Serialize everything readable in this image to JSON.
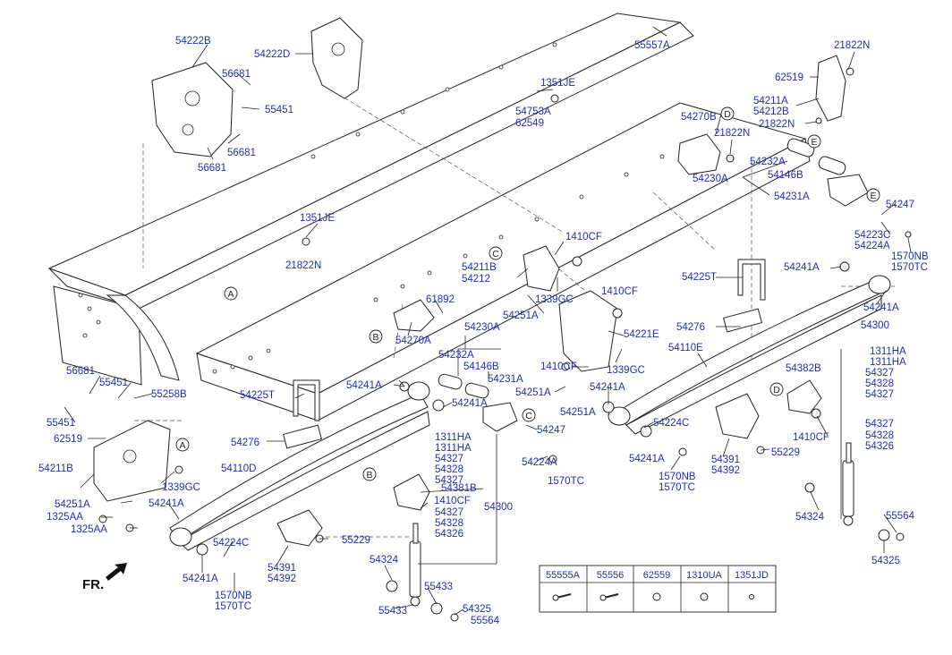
{
  "orientation": "FR.",
  "view_markers": [
    "A",
    "B",
    "C",
    "D",
    "E"
  ],
  "callouts": {
    "c54222B": "54222B",
    "c54222D": "54222D",
    "c56681a": "56681",
    "c55451a": "55451",
    "c56681b": "56681",
    "c56681c": "56681",
    "c55557A": "55557A",
    "c21822Na": "21822N",
    "c62519a": "62519",
    "c54211A": "54211A",
    "c54212B": "54212B",
    "c21822Nb": "21822N",
    "c1351JEa": "1351JE",
    "c54753A": "54753A",
    "c62549": "62549",
    "c54270B": "54270B",
    "c21822Nc": "21822N",
    "c54232Aa": "54232A",
    "c54146Ba": "54146B",
    "c54230Aa": "54230A",
    "c54231Aa": "54231A",
    "c54247a": "54247",
    "c54223C": "54223C",
    "c54224Aa": "54224A",
    "c1570NBa": "1570NB",
    "c1570TCa": "1570TC",
    "c1351JEb": "1351JE",
    "c21822Nd": "21822N",
    "c1410CFa": "1410CF",
    "c54211B": "54211B",
    "c54212": "54212",
    "c1339GCa": "1339GC",
    "c54251Aa": "54251A",
    "c61892": "61892",
    "c54270A": "54270A",
    "c1410CFb": "1410CF",
    "c54221E": "54221E",
    "c54225Ta": "54225T",
    "c54241Aa": "54241A",
    "c54241Ab": "54241A",
    "c54300a": "54300",
    "c54276a": "54276",
    "c54110E": "54110E",
    "c54230Ab": "54230A",
    "c54232Ab": "54232A",
    "c54146Bb": "54146B",
    "c54231Ab": "54231A",
    "c1410CFc": "1410CF",
    "c1339GCb": "1339GC",
    "c54251Ab": "54251A",
    "c54251Ac": "54251A",
    "c54241Ac": "54241A",
    "c1311HAa": "1311HA",
    "c1311HAb": "1311HA",
    "c54327a": "54327",
    "c54328a": "54328",
    "c54327b": "54327",
    "c54382B": "54382B",
    "c1410CFd": "1410CF",
    "c54327c": "54327",
    "c54328b": "54328",
    "c54326a": "54326",
    "c56681d": "56681",
    "c55451b": "55451",
    "c55258B": "55258B",
    "c55451c": "55451",
    "c62519b": "62519",
    "c54225Tb": "54225T",
    "c54241Ad": "54241A",
    "c54241Ae": "54241A",
    "c54247b": "54247",
    "c54224C": "54224C",
    "c54241Af": "54241A",
    "c54276b": "54276",
    "c1311HAc": "1311HA",
    "c1311HAd": "1311HA",
    "c54327d": "54327",
    "c54328c": "54328",
    "c54327e": "54327",
    "c54224Ab": "54224A",
    "c1570TCb": "1570TC",
    "c1570NBb": "1570NB",
    "c1570TCc": "1570TC",
    "c54391a": "54391",
    "c54392a": "54392",
    "c55229a": "55229",
    "c54211Bb": "54211B",
    "c1339GCc": "1339GC",
    "c54110D": "54110D",
    "c54381B": "54381B",
    "c1410CFe": "1410CF",
    "c54300b": "54300",
    "c54327f": "54327",
    "c54328d": "54328",
    "c54326b": "54326",
    "c54251Ad": "54251A",
    "c1325AAa": "1325AA",
    "c1325AAb": "1325AA",
    "c54241Ag": "54241A",
    "c54224Cb": "54224C",
    "c54241Ah": "54241A",
    "c1570NBc": "1570NB",
    "c1570TCd": "1570TC",
    "c54391b": "54391",
    "c54392b": "54392",
    "c55229b": "55229",
    "c54324a": "54324",
    "c54324b": "54324",
    "c55433a": "55433",
    "c55433b": "55433",
    "c54325a": "54325",
    "c55564a": "55564",
    "c55564b": "55564",
    "c54325b": "54325"
  },
  "legend_table": {
    "headers": [
      "55555A",
      "55556",
      "62559",
      "1310UA",
      "1351JD"
    ]
  }
}
